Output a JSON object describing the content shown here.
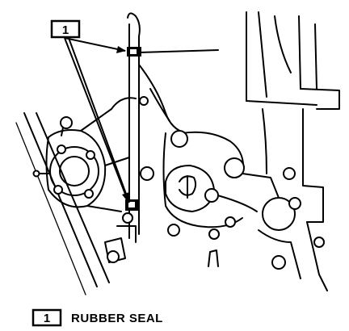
{
  "callout": {
    "number": "1"
  },
  "legend": {
    "number": "1",
    "text": "RUBBER SEAL"
  }
}
